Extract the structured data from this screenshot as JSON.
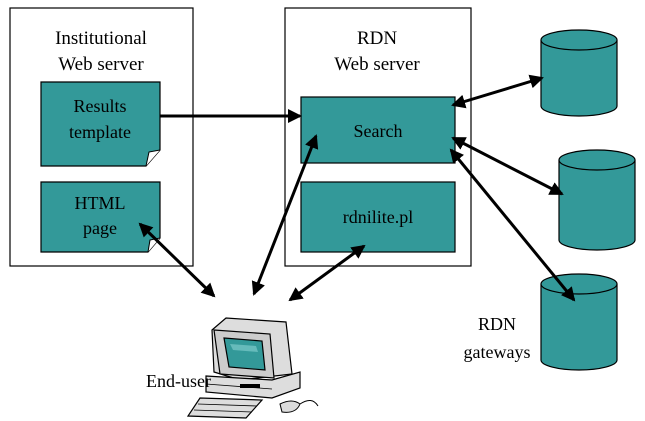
{
  "institutional_server": {
    "title_line1": "Institutional",
    "title_line2": "Web server",
    "results_template_line1": "Results",
    "results_template_line2": "template",
    "html_page_line1": "HTML",
    "html_page_line2": "page"
  },
  "rdn_server": {
    "title_line1": "RDN",
    "title_line2": "Web server",
    "search_label": "Search",
    "script_label": "rdnilite.pl"
  },
  "gateways": {
    "label_line1": "RDN",
    "label_line2": "gateways"
  },
  "end_user": {
    "label": "End-user"
  },
  "colors": {
    "teal_fill": "#339999",
    "outline": "#000000",
    "background": "#ffffff"
  }
}
